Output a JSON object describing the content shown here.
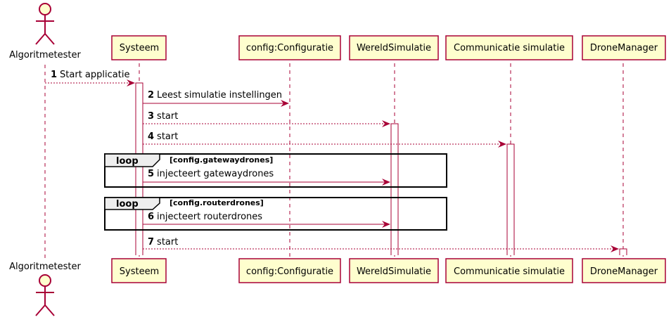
{
  "participants": [
    {
      "id": "actor",
      "label": "Algoritmetester",
      "type": "actor"
    },
    {
      "id": "sys",
      "label": "Systeem"
    },
    {
      "id": "cfg",
      "label": "config:Configuratie"
    },
    {
      "id": "wereld",
      "label": "WereldSimulatie"
    },
    {
      "id": "comm",
      "label": "Communicatie simulatie"
    },
    {
      "id": "drone",
      "label": "DroneManager"
    }
  ],
  "messages": [
    {
      "num": "1",
      "text": "Start applicatie",
      "from": "actor",
      "to": "sys",
      "style": "dashed"
    },
    {
      "num": "2",
      "text": "Leest simulatie instellingen",
      "from": "sys",
      "to": "cfg",
      "style": "solid"
    },
    {
      "num": "3",
      "text": "start",
      "from": "sys",
      "to": "wereld",
      "style": "dashed"
    },
    {
      "num": "4",
      "text": "start",
      "from": "sys",
      "to": "comm",
      "style": "dashed"
    },
    {
      "num": "5",
      "text": "injecteert gatewaydrones",
      "from": "sys",
      "to": "wereld",
      "style": "solid"
    },
    {
      "num": "6",
      "text": "injecteert routerdrones",
      "from": "sys",
      "to": "wereld",
      "style": "solid"
    },
    {
      "num": "7",
      "text": "start",
      "from": "sys",
      "to": "drone",
      "style": "dashed"
    }
  ],
  "loops": [
    {
      "keyword": "loop",
      "guard": "[config.gatewaydrones]"
    },
    {
      "keyword": "loop",
      "guard": "[config.routerdrones]"
    }
  ],
  "colors": {
    "line": "#A80036",
    "box_fill": "#FEFECE",
    "loop_tab": "#EEEEEE",
    "activation_fill": "#FFFFFF"
  }
}
